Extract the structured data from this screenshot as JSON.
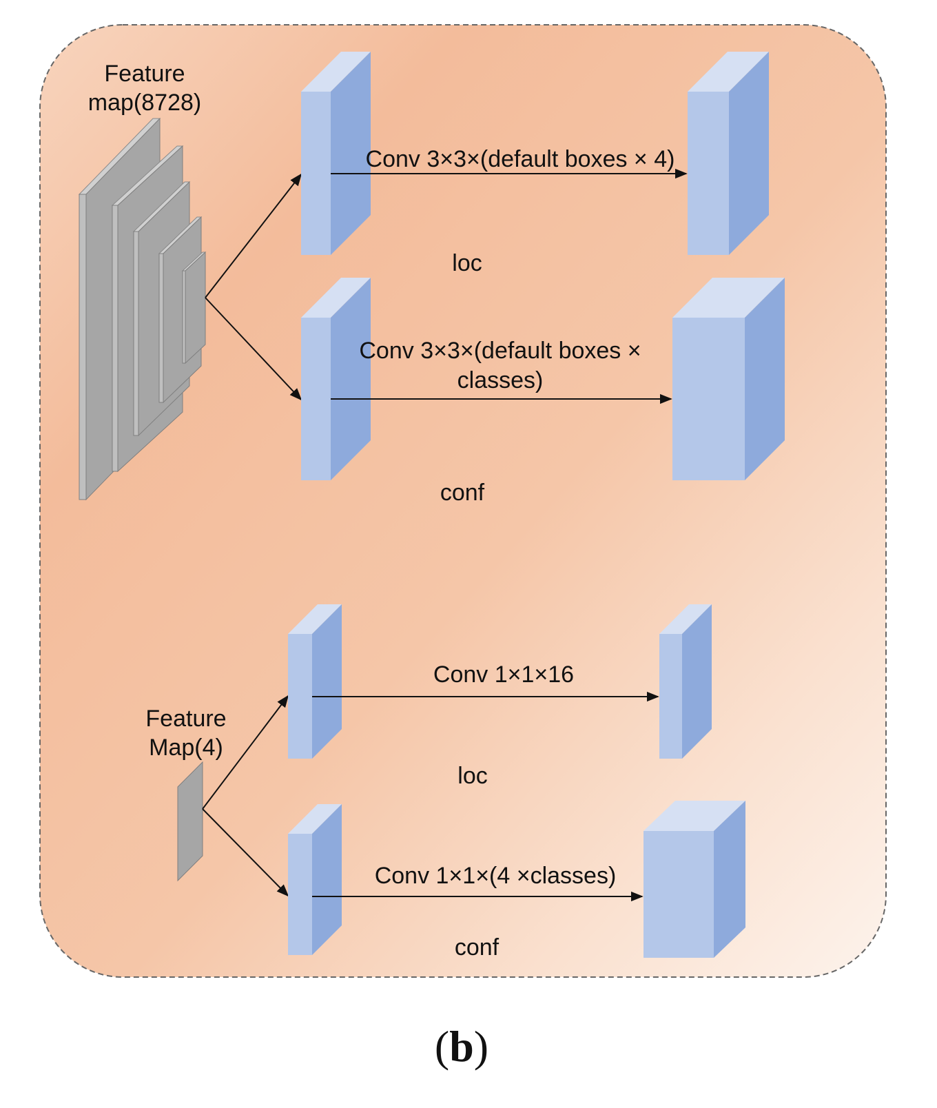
{
  "diagram": {
    "top": {
      "feature_label_line1": "Feature",
      "feature_label_line2": "map(8728)",
      "loc": {
        "conv_label": "Conv 3×3×(default boxes × 4)",
        "branch_label": "loc"
      },
      "conf": {
        "conv_label_line1": "Conv 3×3×(default boxes ×",
        "conv_label_line2": "classes)",
        "branch_label": "conf"
      }
    },
    "bottom": {
      "feature_label_line1": "Feature",
      "feature_label_line2": "Map(4)",
      "loc": {
        "conv_label": "Conv 1×1×16",
        "branch_label": "loc"
      },
      "conf": {
        "conv_label": "Conv 1×1×(4 ×classes)",
        "branch_label": "conf"
      }
    },
    "caption": {
      "open": "(",
      "letter": "b",
      "close": ")"
    }
  },
  "colors": {
    "panel_orange": "#f2b793",
    "block_front": "#b4c7e9",
    "block_side": "#8eaadc",
    "block_top": "#d6e0f3",
    "feature_gray": "#a6a6a6"
  }
}
